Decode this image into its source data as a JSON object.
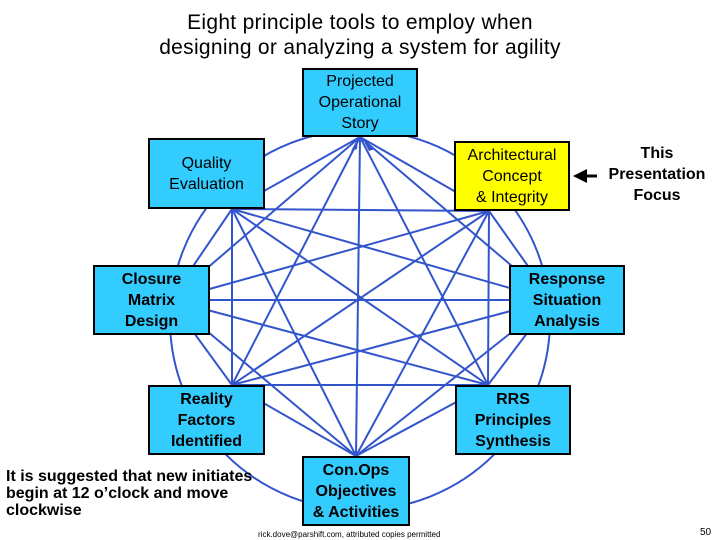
{
  "title": {
    "line1": "Eight principle tools to employ when",
    "line2": "designing or analyzing a system for agility"
  },
  "nodes": [
    {
      "id": "projected",
      "lines": [
        "Projected",
        "Operational",
        "Story"
      ],
      "color": "#33ccff"
    },
    {
      "id": "architectural",
      "lines": [
        "Architectural",
        "Concept",
        "& Integrity"
      ],
      "color": "#ffff00"
    },
    {
      "id": "response",
      "lines": [
        "Response",
        "Situation",
        "Analysis"
      ],
      "color": "#33ccff"
    },
    {
      "id": "rrs",
      "lines": [
        "RRS",
        "Principles",
        "Synthesis"
      ],
      "color": "#33ccff"
    },
    {
      "id": "conops",
      "lines": [
        "Con.Ops",
        "Objectives",
        "& Activities"
      ],
      "color": "#33ccff"
    },
    {
      "id": "reality",
      "lines": [
        "Reality",
        "Factors",
        "Identified"
      ],
      "color": "#33ccff"
    },
    {
      "id": "closure",
      "lines": [
        "Closure",
        "Matrix",
        "Design"
      ],
      "color": "#33ccff"
    },
    {
      "id": "quality",
      "lines": [
        "Quality",
        "Evaluation"
      ],
      "color": "#33ccff"
    }
  ],
  "focus_label": {
    "lines": [
      "This",
      "Presentation",
      "Focus"
    ]
  },
  "note": {
    "text": "It is suggested that new initiates begin at 12 o’clock and move clockwise"
  },
  "footer": {
    "text": "rick.dove@parshift.com, attributed copies permitted"
  },
  "page_number": "50",
  "colors": {
    "line": "#3355cc",
    "circle": "#3355cc",
    "arrow": "#000000"
  }
}
